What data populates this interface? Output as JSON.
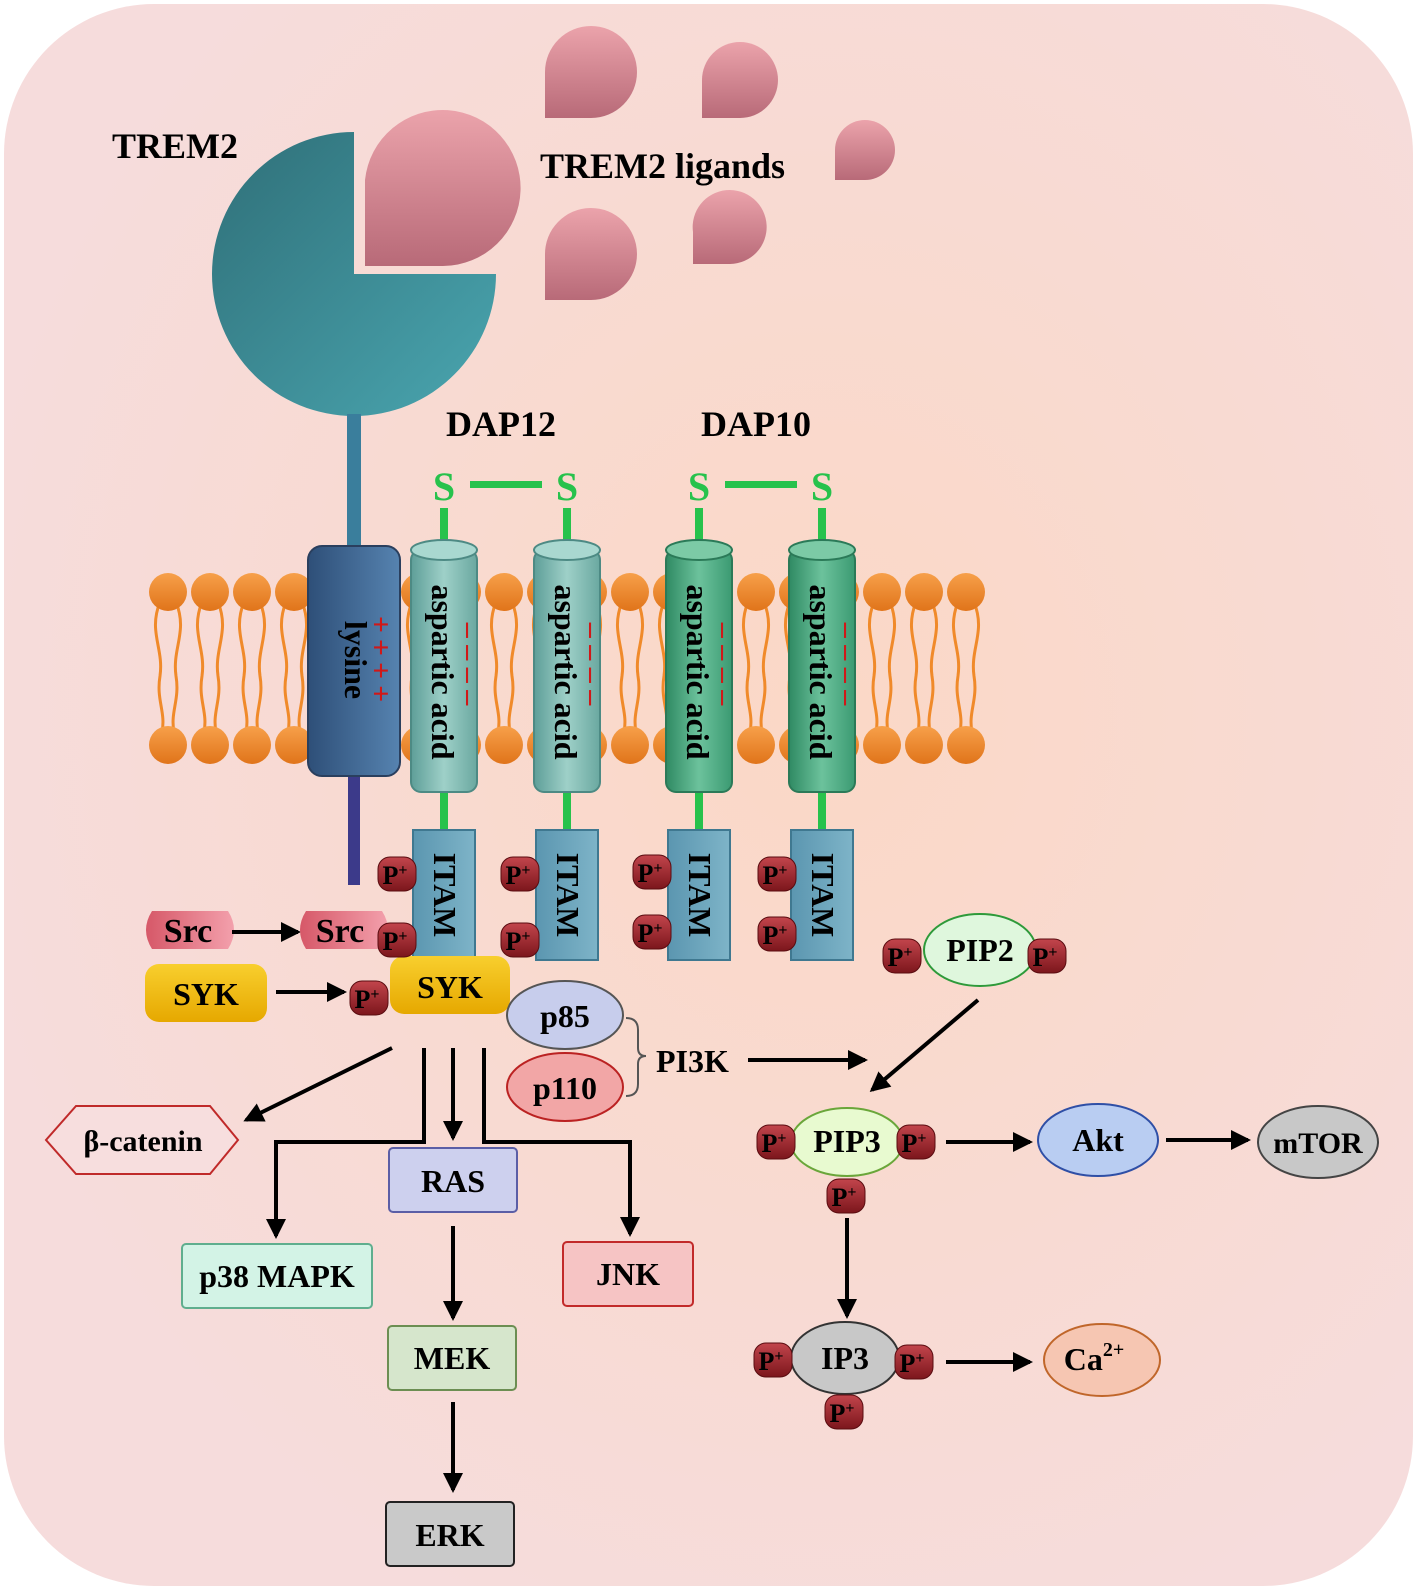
{
  "receptor": {
    "name": "TREM2",
    "ligands_label": "TREM2 ligands",
    "lysine_label": "lysine",
    "charge_plus": "++++"
  },
  "adaptors": {
    "dap12": "DAP12",
    "dap10": "DAP10",
    "sulfur": "S",
    "aspartic_label": "aspartic acid",
    "charge_minus": "– – – –",
    "itam": "ITAM"
  },
  "phospho": {
    "label": "P",
    "sup": "+"
  },
  "kinases": {
    "src": "Src",
    "syk": "SYK",
    "p85": "p85",
    "p110": "p110",
    "pi3k": "PI3K"
  },
  "pathway": {
    "beta_catenin": "β-catenin",
    "ras": "RAS",
    "p38": "p38 MAPK",
    "jnk": "JNK",
    "mek": "MEK",
    "erk": "ERK",
    "pip2": "PIP2",
    "pip3": "PIP3",
    "akt": "Akt",
    "mtor": "mTOR",
    "ip3": "IP3",
    "ca": "Ca",
    "ca_charge": "2+"
  },
  "colors": {
    "trem2": "#3f98a2",
    "ligand": "#d4848e",
    "membrane": "#f08a2a",
    "lysine": "#3f6a96",
    "dap12_cyl": "#7fb8b2",
    "dap10_cyl": "#4faa84",
    "disulfide": "#27c24c",
    "itam": "#6aa3ba",
    "phospho": "#9a2228",
    "syk": "#f0bc14",
    "src": "#e8707e"
  }
}
